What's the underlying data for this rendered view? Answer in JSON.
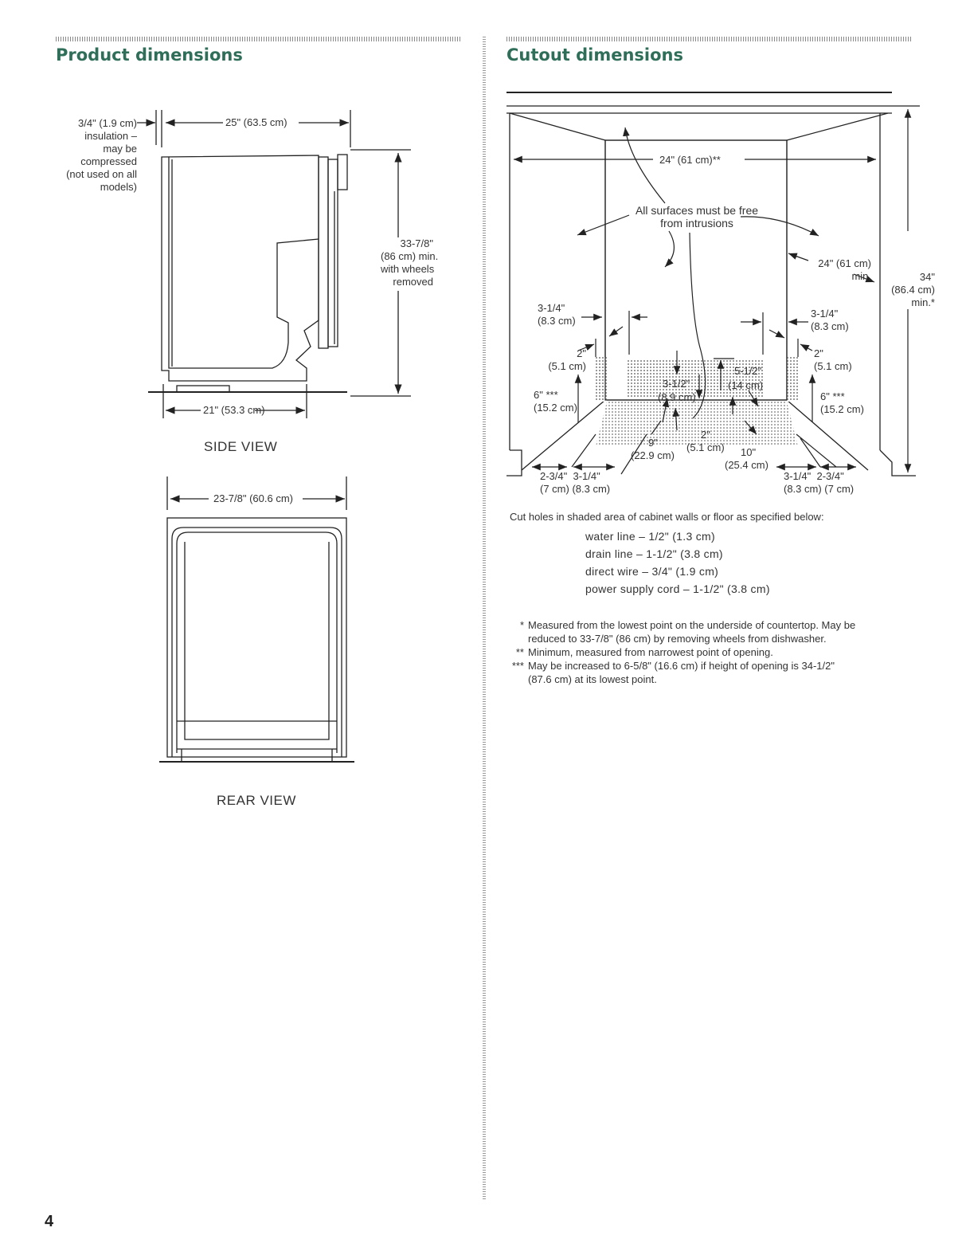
{
  "left": {
    "title": "Product dimensions",
    "side_view": {
      "caption": "SIDE VIEW",
      "insulation_note": [
        "3/4\" (1.9 cm)",
        "insulation –",
        "may be",
        "compressed",
        "(not used on all",
        "models)"
      ],
      "depth": "25\" (63.5 cm)",
      "height": [
        "33-7/8\"",
        "(86 cm) min.",
        "with wheels",
        "removed"
      ],
      "base_depth": "21\" (53.3 cm)"
    },
    "rear_view": {
      "caption": "REAR VIEW",
      "width": "23-7/8\" (60.6 cm)"
    }
  },
  "right": {
    "title": "Cutout dimensions",
    "diagram": {
      "width_top": "24\" (61 cm)**",
      "free_note": [
        "All surfaces must be free",
        "from intrusions"
      ],
      "depth_min": [
        "24\" (61 cm)",
        "min."
      ],
      "height_34": [
        "34\"",
        "(86.4 cm)",
        "min.*"
      ],
      "left_3_14": [
        "3-1/4\"",
        "(8.3 cm)"
      ],
      "right_3_14": [
        "3-1/4\"",
        "(8.3 cm)"
      ],
      "left_2": [
        "2\"",
        "(5.1 cm)"
      ],
      "right_2": [
        "2\"",
        "(5.1 cm)"
      ],
      "left_6": [
        "6\" ***",
        "(15.2 cm)"
      ],
      "right_6": [
        "6\" ***",
        "(15.2 cm)"
      ],
      "center_3_12": "3-1/2\"",
      "center_8_9": "(8.9 cm)",
      "center_5_12": "5-1/2\"",
      "center_14": "(14 cm)",
      "nine": [
        "9\"",
        "(22.9 cm)"
      ],
      "two_center": "2\"",
      "two_center_cm": "(5.1 cm)",
      "ten": [
        "10\"",
        "(25.4 cm)"
      ],
      "bottom_left": [
        "2-3/4\"",
        "3-1/4\"",
        "(7 cm)",
        "(8.3 cm)"
      ],
      "bottom_right": [
        "3-1/4\"",
        "2-3/4\"",
        "(8.3 cm)",
        "(7 cm)"
      ]
    },
    "instruction": "Cut holes in shaded area of cabinet walls or floor as specified below:",
    "specs": [
      "water line – 1/2\" (1.3 cm)",
      "drain line – 1-1/2\" (3.8 cm)",
      "direct wire – 3/4\" (1.9 cm)",
      "power supply cord – 1-1/2\" (3.8 cm)"
    ],
    "footnotes": [
      {
        "mark": "*",
        "lines": [
          "Measured from the lowest point on the underside of countertop. May be",
          "reduced to 33-7/8\" (86 cm) by removing wheels from dishwasher."
        ]
      },
      {
        "mark": "**",
        "lines": [
          "Minimum, measured from narrowest point of opening."
        ]
      },
      {
        "mark": "***",
        "lines": [
          "May be increased to 6-5/8\" (16.6 cm) if height of opening is 34-1/2\"",
          "(87.6 cm) at its lowest point."
        ]
      }
    ]
  },
  "page_number": "4"
}
